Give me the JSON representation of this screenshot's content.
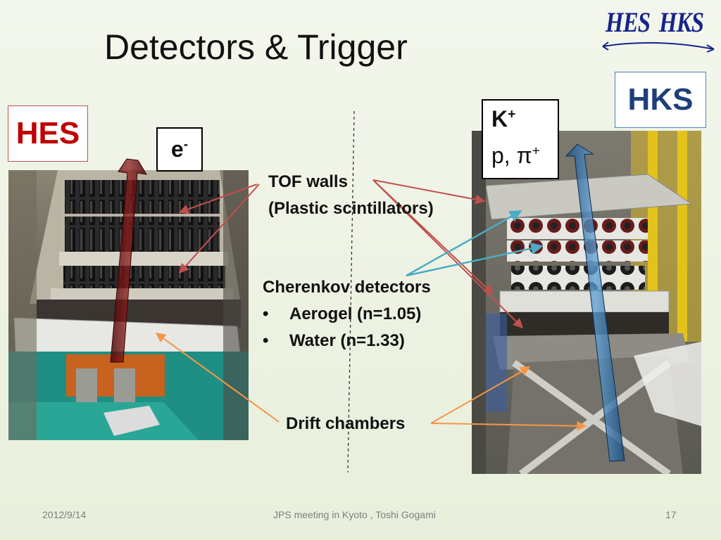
{
  "slide": {
    "title": "Detectors & Trigger",
    "logo": {
      "word1": "HES",
      "word2": "HKS"
    },
    "hes_label": "HES",
    "hks_label": "HKS",
    "electron_particle": "e",
    "electron_sup": "-",
    "kaon_line1_base": "K",
    "kaon_line1_sup": "+",
    "kaon_line2_base": "p, π",
    "kaon_line2_sup": "+",
    "tof_line1": "TOF walls",
    "tof_line2": "(Plastic scintillators)",
    "cherenkov_title": "Cherenkov detectors",
    "cherenkov_items": [
      "Aerogel (n=1.05)",
      "Water  (n=1.33)"
    ],
    "bullet": "•",
    "drift_label": "Drift chambers",
    "colors": {
      "hes_red": "#c00000",
      "hks_blue": "#1f3f7a",
      "arrow_red": "#c0504d",
      "arrow_cyan": "#4bacc6",
      "arrow_orange": "#f79646"
    }
  },
  "footer": {
    "date": "2012/9/14",
    "meeting": "JPS meeting in Kyoto , Toshi Gogami",
    "page": "17"
  }
}
